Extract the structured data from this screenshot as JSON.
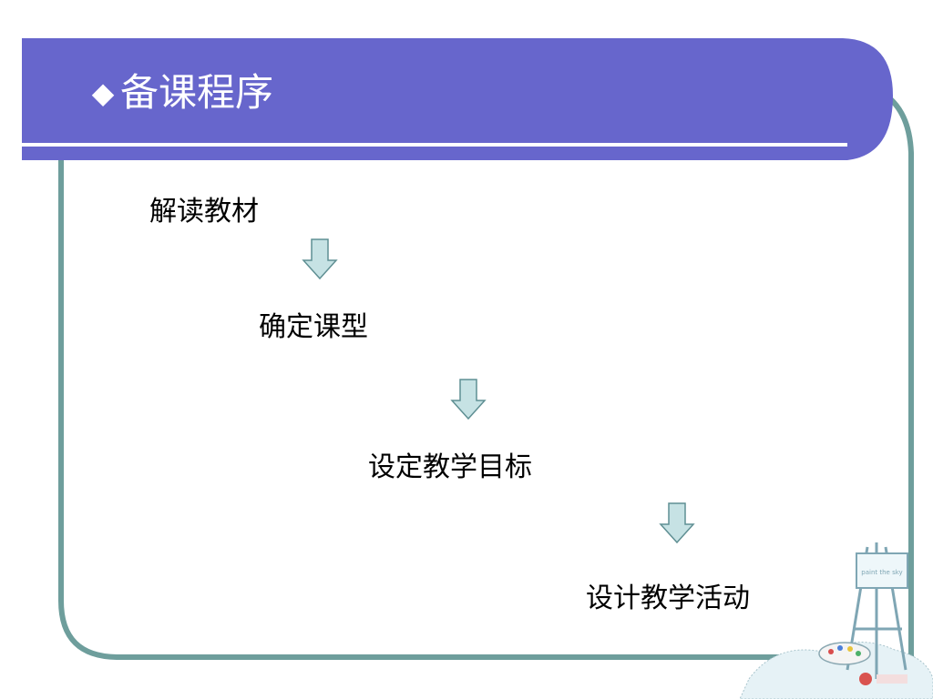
{
  "slide": {
    "title": "备课程序",
    "title_marker_icon": "diamond-icon",
    "steps": [
      {
        "label": "解读教材"
      },
      {
        "label": "确定课型"
      },
      {
        "label": "设定教学目标"
      },
      {
        "label": "设计教学活动"
      }
    ],
    "arrow_icon": "down-arrow-icon",
    "colors": {
      "title_band": "#6766cc",
      "frame_border": "#6e9e9c",
      "arrow_fill": "#c6e2e4",
      "arrow_stroke": "#5f8f93",
      "text": "#000000"
    }
  },
  "decoration": {
    "icon": "painting-easel-icon",
    "easel_text": "paint the sky"
  }
}
